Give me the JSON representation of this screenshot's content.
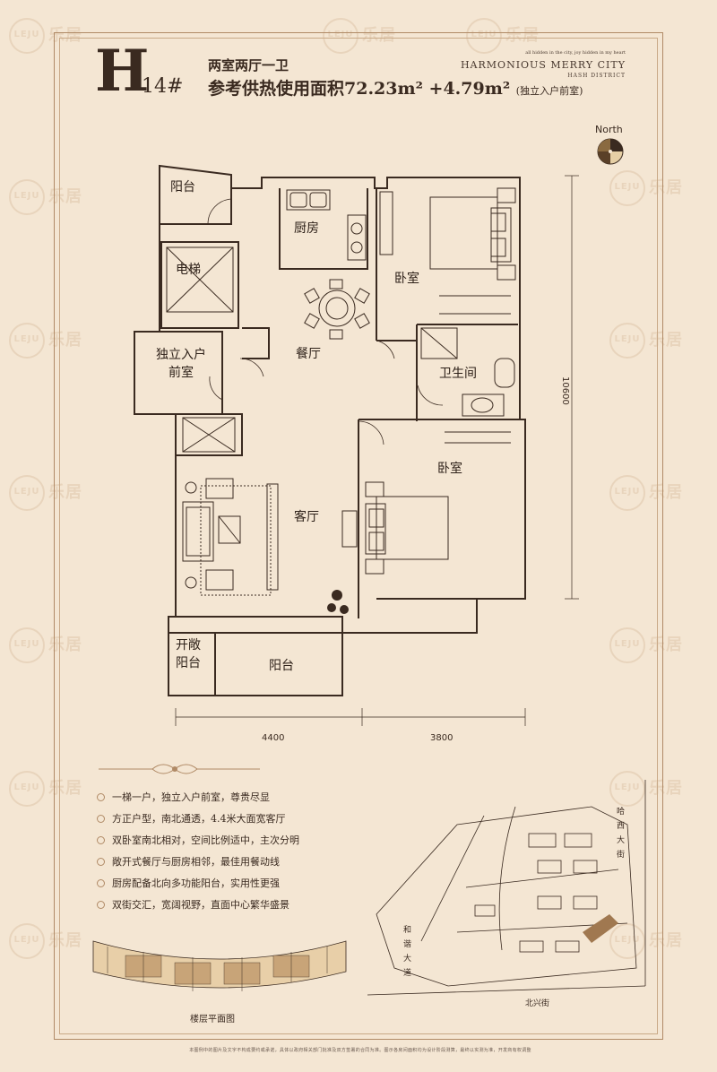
{
  "header": {
    "type_letter": "H",
    "building_no": "14#",
    "layout": "两室两厅一卫",
    "area_line": "参考供热使用面积72.23m² +4.79m²",
    "area_note": "(独立入户前室)",
    "brand_top": "all hidden in the city, joy hidden in my heart",
    "brand_name": "HARMONIOUS MERRY CITY",
    "brand_sub": "HASH DISTRICT",
    "north": "North"
  },
  "watermark": {
    "text": "乐居",
    "logo": "LEJU"
  },
  "rooms": {
    "balcony_n": "阳台",
    "kitchen": "厨房",
    "elevator": "电梯",
    "bedroom_n": "卧室",
    "entry_line1": "独立入户",
    "entry_line2": "前室",
    "dining": "餐厅",
    "bathroom": "卫生间",
    "bedroom_s": "卧室",
    "living": "客厅",
    "open_balcony_line1": "开敞",
    "open_balcony_line2": "阳台",
    "balcony_s": "阳台"
  },
  "dimensions": {
    "height": "10600",
    "width_left": "4400",
    "width_right": "3800"
  },
  "features": [
    "一梯一户，独立入户前室，尊贵尽显",
    "方正户型，南北通透，4.4米大面宽客厅",
    "双卧室南北相对，空间比例适中，主次分明",
    "敞开式餐厅与厨房相邻，最佳用餐动线",
    "厨房配备北向多功能阳台，实用性更强",
    "双街交汇，宽阔视野，直面中心繁华盛景"
  ],
  "site_map": {
    "road_east": "哈西大街",
    "road_west": "和谐大道",
    "road_south": "北兴街"
  },
  "floor_caption": "楼层平面图",
  "footer": "本图例中的图片及文字不构成要约或承诺，具体以政府相关部门批准及双方签署的合同为准。图示各房间面积均为设计阶段测算，最终以实测为准，开发商有权调整"
}
